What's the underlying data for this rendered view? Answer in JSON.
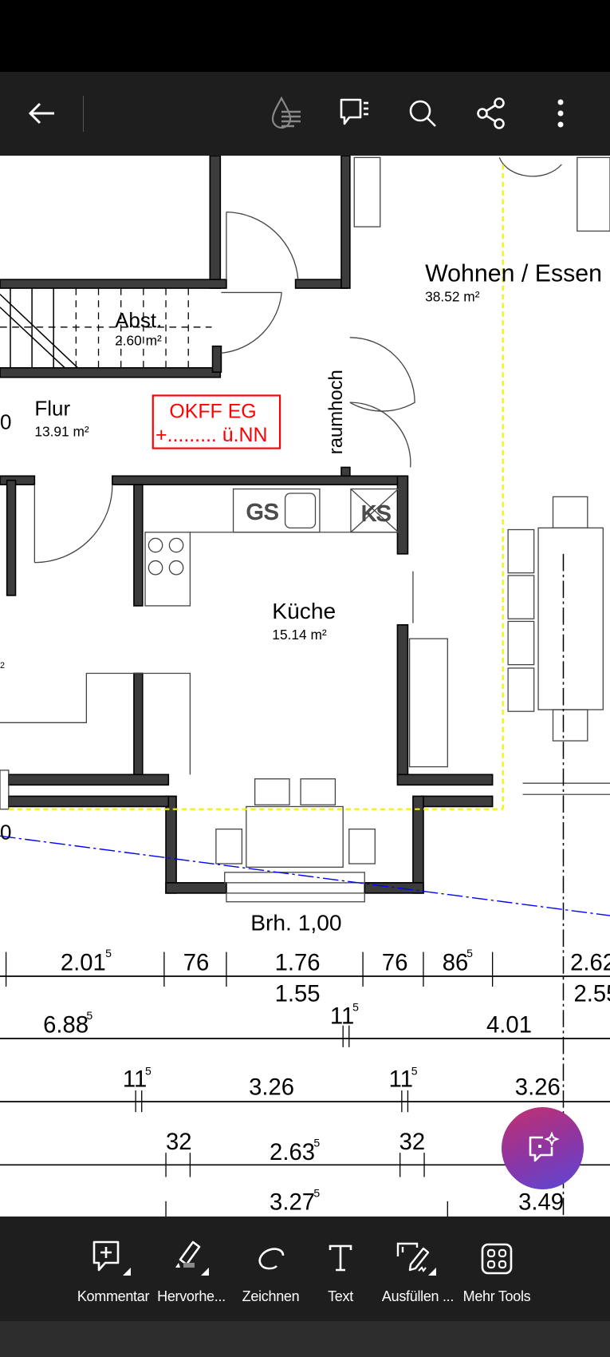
{
  "toolbar": {
    "back": "back-arrow",
    "icons": [
      "liquid-mode-icon",
      "comments-list-icon",
      "search-icon",
      "share-icon",
      "more-options-icon"
    ]
  },
  "plan": {
    "rooms": {
      "wohnen_name": "Wohnen / Essen",
      "wohnen_area": "38.52 m²",
      "abst_name": "Abst.",
      "abst_area": "2.60 m²",
      "flur_name": "Flur",
      "flur_area": "13.91 m²",
      "kueche_name": "Küche",
      "kueche_area": "15.14 m²"
    },
    "raumhoch": "raumhoch",
    "okff_line1": "OKFF EG",
    "okff_line2": "+......... ü.NN",
    "gs": "GS",
    "ks": "KS",
    "brh": "Brh. 1,00",
    "left_cut_0": "0",
    "left_cut_1": "0",
    "left_cut_2": "2",
    "dims": {
      "r1": [
        "2.01",
        "5",
        "76",
        "1.76",
        "76",
        "86",
        "5",
        "2.62"
      ],
      "r1b": [
        "1.55",
        "2.55"
      ],
      "r2": [
        "6.88",
        "5",
        "11",
        "5",
        "4.01"
      ],
      "r3": [
        "11",
        "5",
        "3.26",
        "11",
        "5",
        "3.26"
      ],
      "r4": [
        "32",
        "2.63",
        "5",
        "32"
      ],
      "r5": [
        "3.27",
        "5",
        "3.49"
      ]
    },
    "colors": {
      "wall": "#3c3c3c",
      "okff": "#ff0000",
      "yellow": "#f2f200",
      "axis": "#0000ff"
    }
  },
  "bottom_tools": [
    {
      "label": "Kommentar",
      "icon": "comment-add-icon"
    },
    {
      "label": "Hervorhe...",
      "icon": "highlighter-icon"
    },
    {
      "label": "Zeichnen",
      "icon": "draw-icon"
    },
    {
      "label": "Text",
      "icon": "text-icon"
    },
    {
      "label": "Ausfüllen ...",
      "icon": "fill-sign-icon"
    },
    {
      "label": "Mehr Tools",
      "icon": "more-tools-icon"
    }
  ],
  "fab": {
    "icon": "ai-assistant-icon"
  }
}
